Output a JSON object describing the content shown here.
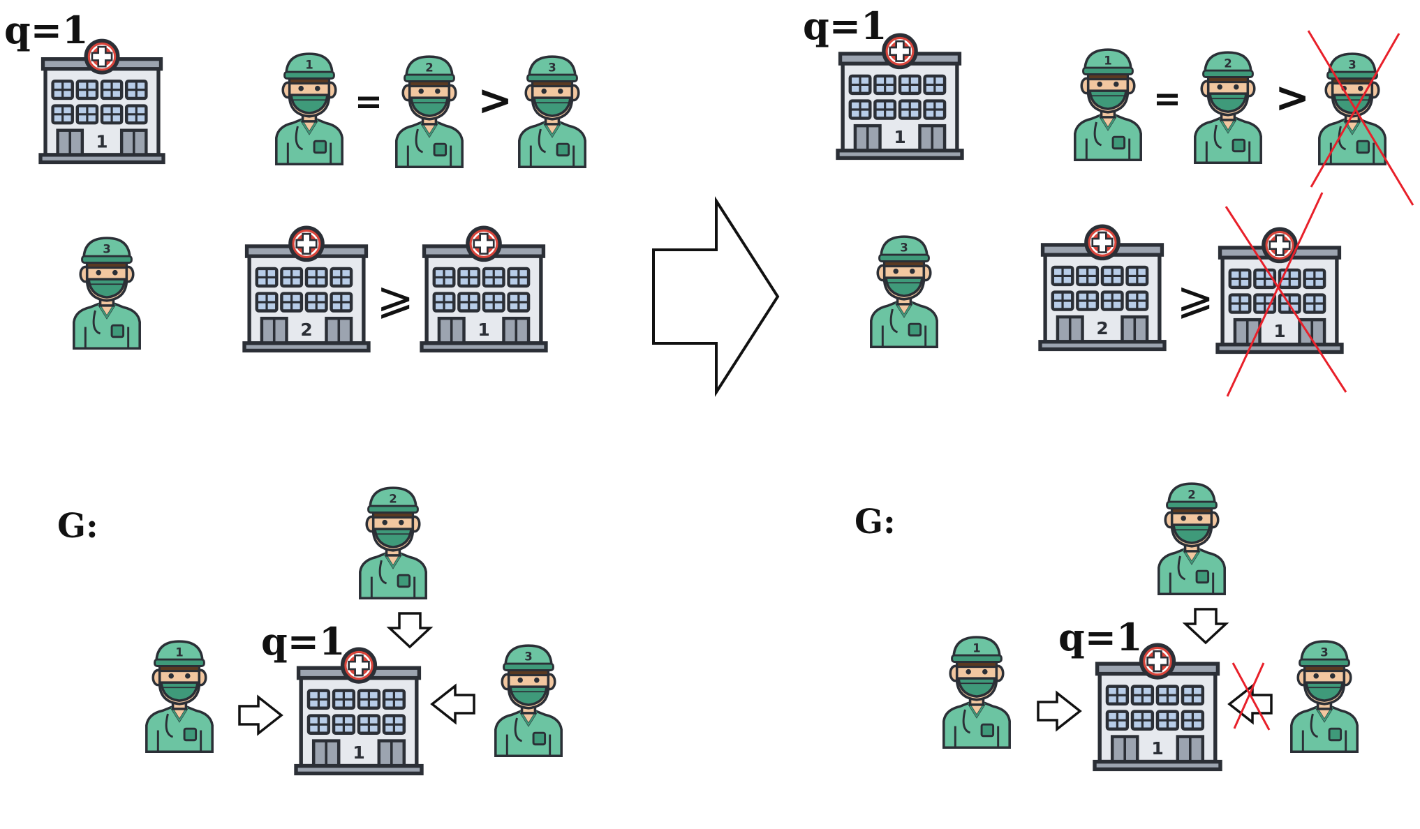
{
  "labels": {
    "capacity": "q=1",
    "graph": "G:"
  },
  "symbols": {
    "equal": "=",
    "greater": ">",
    "greater_equal": "⩾"
  },
  "doctor_numbers": [
    "1",
    "2",
    "3"
  ],
  "hospital_numbers": [
    "1",
    "2"
  ],
  "colors": {
    "scrubs": "#6cc4a2",
    "scrubs_dark": "#3f9a7a",
    "skin": "#f2c7a0",
    "hair": "#5a3a22",
    "building": "#e6e9ee",
    "building_roof": "#9ca4b0",
    "window": "#b8cde8",
    "cross_red": "#d9443a",
    "outline": "#2b2f36",
    "reject_red": "#e8202a"
  },
  "icons": {
    "doctor": "doctor-icon",
    "hospital": "hospital-icon",
    "arrow": "hollow-arrow-icon",
    "reject": "red-x-icon"
  }
}
